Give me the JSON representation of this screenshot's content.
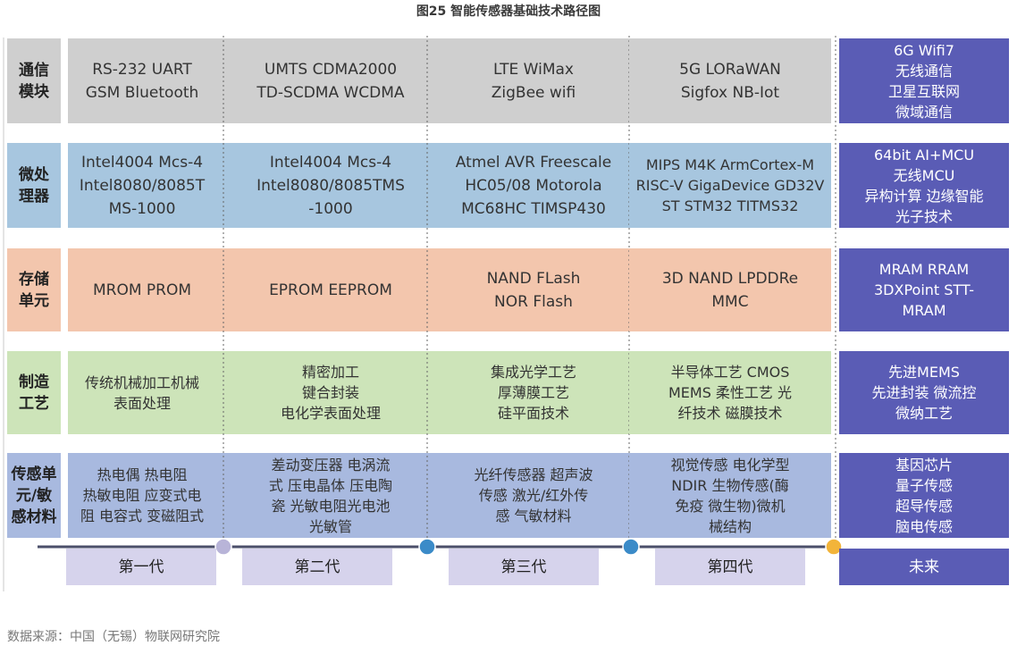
{
  "title": "图25 智能传感器基础技术路径图",
  "source": "数据来源：中国（无锡）物联网研究院",
  "colors": {
    "comm": "#cfcfcf",
    "cpu": "#a7c6df",
    "storage": "#f3c6ad",
    "process": "#cde4b9",
    "sensor": "#a8b9df",
    "future": "#5a5cb5",
    "generation": "#d6d3ec",
    "timeline": "#4b4f6a",
    "dot_blue": "#3b8bc8",
    "dot_gray": "#b8b4d8",
    "dot_orange": "#f2b43a"
  },
  "rows": [
    {
      "key": "comm",
      "label": "通信\n模块",
      "cells": [
        "RS-232 UART\nGSM Bluetooth",
        "UMTS CDMA2000\nTD-SCDMA WCDMA",
        "LTE WiMax\nZigBee wifi",
        "5G LORaWAN\nSigfox NB-Iot",
        "6G Wifi7\n无线通信\n卫星互联网\n微域通信"
      ]
    },
    {
      "key": "cpu",
      "label": "微处\n理器",
      "cells": [
        "Intel4004 Mcs-4\nIntel8080/8085T\nMS-1000",
        "Intel4004 Mcs-4\nIntel8080/8085TMS\n-1000",
        "Atmel AVR Freescale\nHC05/08 Motorola\nMC68HC TIMSP430",
        "MIPS M4K ArmCortex-M\nRISC-V GigaDevice GD32V\nST STM32 TITMS32",
        "64bit AI+MCU\n无线MCU\n异构计算 边缘智能\n光子技术"
      ]
    },
    {
      "key": "storage",
      "label": "存储\n单元",
      "cells": [
        "MROM PROM",
        "EPROM EEPROM",
        "NAND FLash\nNOR Flash",
        "3D NAND LPDDRe\nMMC",
        "MRAM RRAM\n3DXPoint STT-\nMRAM"
      ]
    },
    {
      "key": "process",
      "label": "制造\n工艺",
      "cells": [
        "传统机械加工机械\n表面处理",
        "精密加工\n键合封装\n电化学表面处理",
        "集成光学工艺\n厚薄膜工艺\n硅平面技术",
        "半导体工艺 CMOS\nMEMS 柔性工艺 光\n纤技术 磁膜技术",
        "先进MEMS\n先进封装 微流控\n微纳工艺"
      ]
    },
    {
      "key": "sensor",
      "label": "传感单\n元/敏\n感材料",
      "cells": [
        "热电偶 热电阻\n热敏电阻 应变式电\n阻 电容式 变磁阻式",
        "差动变压器 电涡流\n式 压电晶体 压电陶\n瓷 光敏电阻光电池\n光敏管",
        "光纤传感器 超声波\n传感 激光/红外传\n感 气敏材料",
        "视觉传感 电化学型\nNDIR 生物传感(酶\n免疫 微生物)微机\n械结构",
        "基因芯片\n量子传感\n超导传感\n脑电传感"
      ]
    }
  ],
  "generations": [
    "第一代",
    "第二代",
    "第三代",
    "第四代",
    "未来"
  ]
}
